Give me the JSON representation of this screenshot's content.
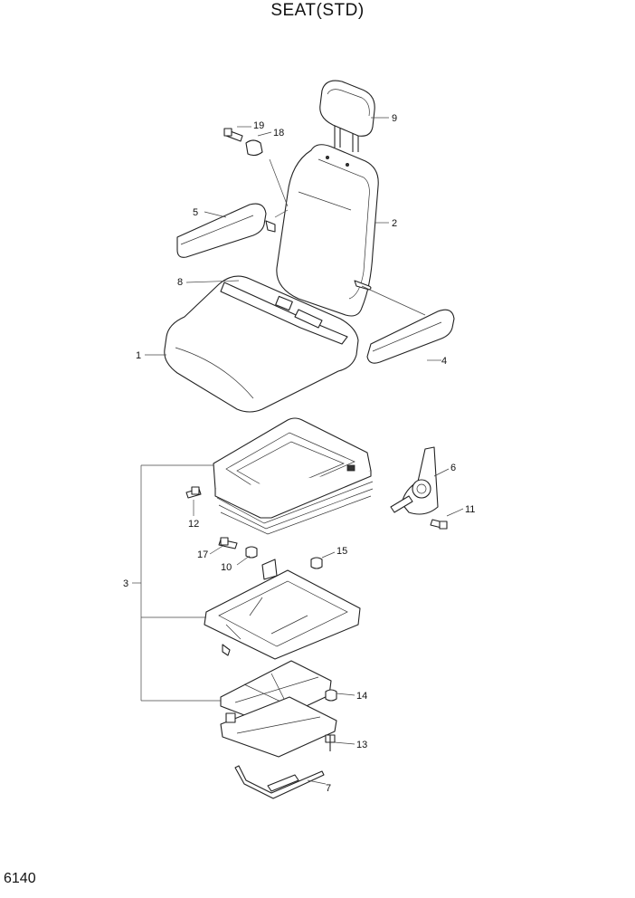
{
  "title": "SEAT(STD)",
  "page_number": "6140",
  "callouts": {
    "c1": "1",
    "c2": "2",
    "c3": "3",
    "c4": "4",
    "c5": "5",
    "c6": "6",
    "c7": "7",
    "c8": "8",
    "c9": "9",
    "c10": "10",
    "c11": "11",
    "c12": "12",
    "c13": "13",
    "c14": "14",
    "c15": "15",
    "c17": "17",
    "c18": "18",
    "c19": "19"
  }
}
